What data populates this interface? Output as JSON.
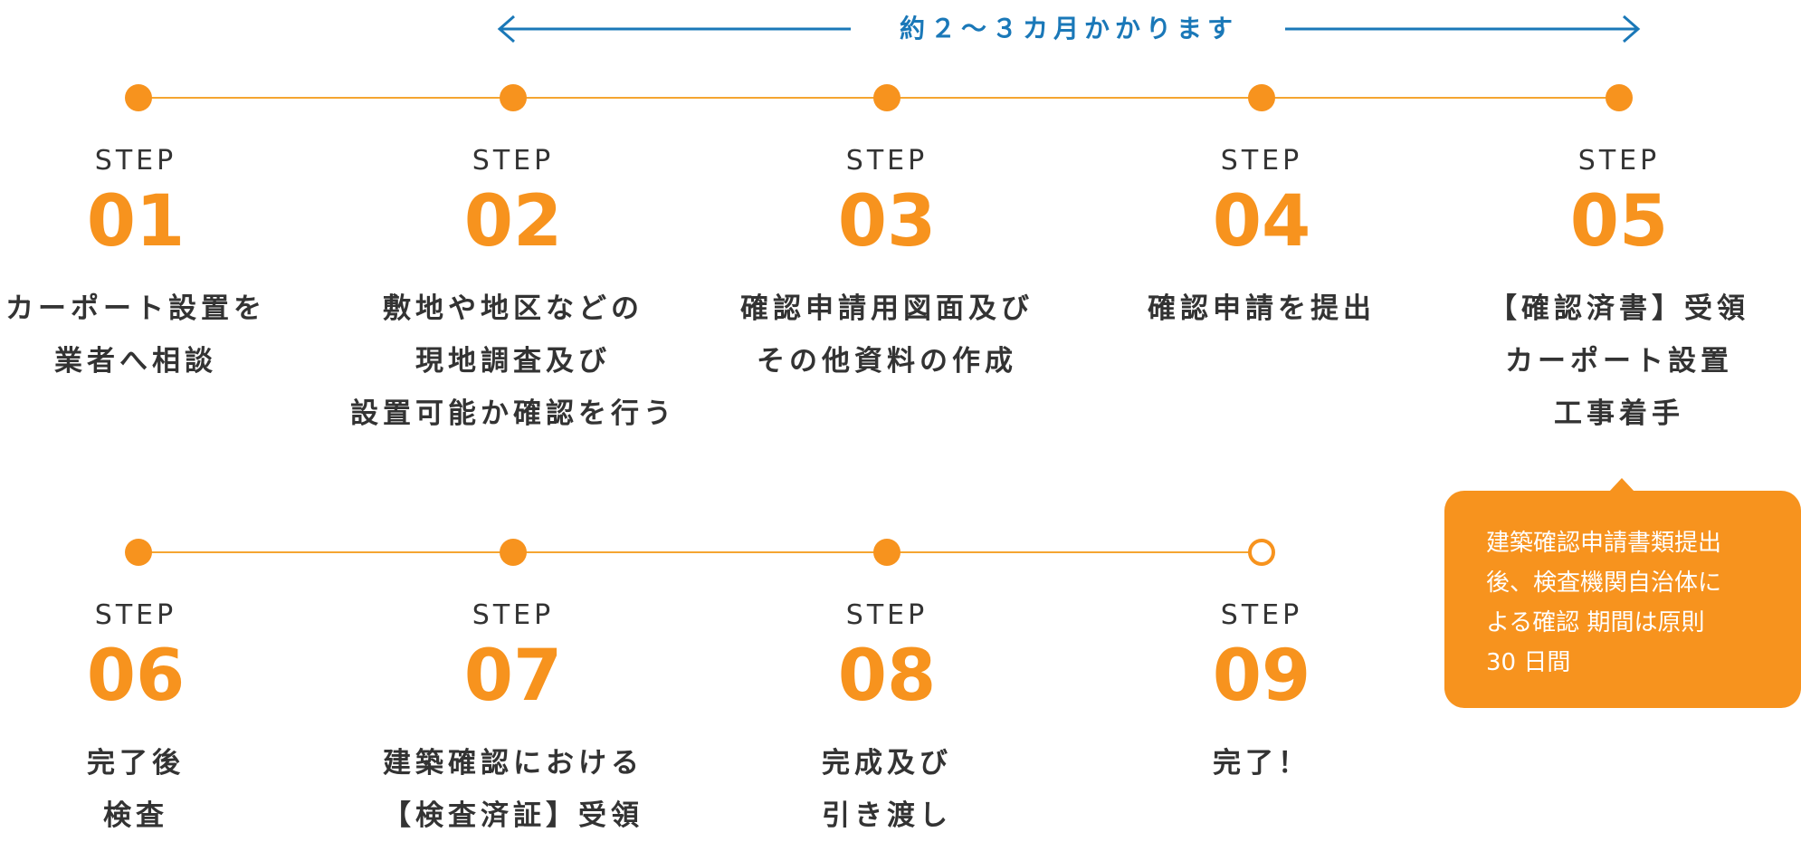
{
  "span": {
    "label": "約２〜３カ月かかります",
    "color": "#1a78b8"
  },
  "step_word": "STEP",
  "steps_row1": [
    {
      "num": "01",
      "lines": [
        "カーポート設置を",
        "業者へ相談"
      ]
    },
    {
      "num": "02",
      "lines": [
        "敷地や地区などの",
        "現地調査及び",
        "設置可能か確認を行う"
      ]
    },
    {
      "num": "03",
      "lines": [
        "確認申請用図面及び",
        "その他資料の作成"
      ]
    },
    {
      "num": "04",
      "lines": [
        "確認申請を提出"
      ]
    },
    {
      "num": "05",
      "lines": [
        "【確認済書】受領",
        "カーポート設置",
        "工事着手"
      ]
    }
  ],
  "steps_row2": [
    {
      "num": "06",
      "lines": [
        "完了後",
        "検査"
      ]
    },
    {
      "num": "07",
      "lines": [
        "建築確認における",
        "【検査済証】受領"
      ]
    },
    {
      "num": "08",
      "lines": [
        "完成及び",
        "引き渡し"
      ]
    },
    {
      "num": "09",
      "lines": [
        "完了！"
      ]
    }
  ],
  "note": {
    "lines": [
      "建築確認申請書類提出",
      "後、検査機関自治体に",
      "よる確認 期間は原則",
      "30 日間"
    ]
  },
  "colors": {
    "accent": "#f7931e",
    "text": "#333333",
    "span_arrow": "#1a78b8"
  }
}
